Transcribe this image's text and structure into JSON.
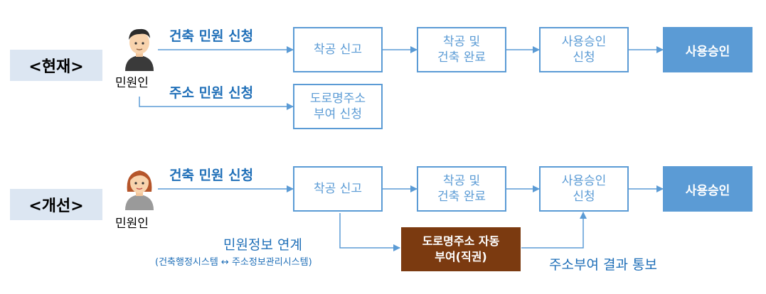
{
  "current": {
    "title": "<현재>",
    "person_label": "민원인",
    "flow1_label": "건축 민원 신청",
    "flow2_label": "주소 민원 신청",
    "step1": "착공 신고",
    "step2": "착공 및\n건축 완료",
    "step3": "사용승인\n신청",
    "final": "사용승인",
    "address_step": "도로명주소\n부여 신청"
  },
  "improved": {
    "title": "<개선>",
    "person_label": "민원인",
    "flow1_label": "건축 민원 신청",
    "step1": "착공 신고",
    "step2": "착공 및\n건축 완료",
    "step3": "사용승인\n신청",
    "final": "사용승인",
    "auto_step": "도로명주소 자동\n부여(직권)",
    "link_label": "민원정보 연계",
    "link_sub": "(건축행정시스템 ↔ 주소정보관리시스템)",
    "notify_label": "주소부여 결과 통보"
  },
  "colors": {
    "accent": "#5b9bd5",
    "label_bg": "#dce6f2",
    "auto_box": "#7b3a10",
    "text_blue": "#1f6fb8"
  }
}
